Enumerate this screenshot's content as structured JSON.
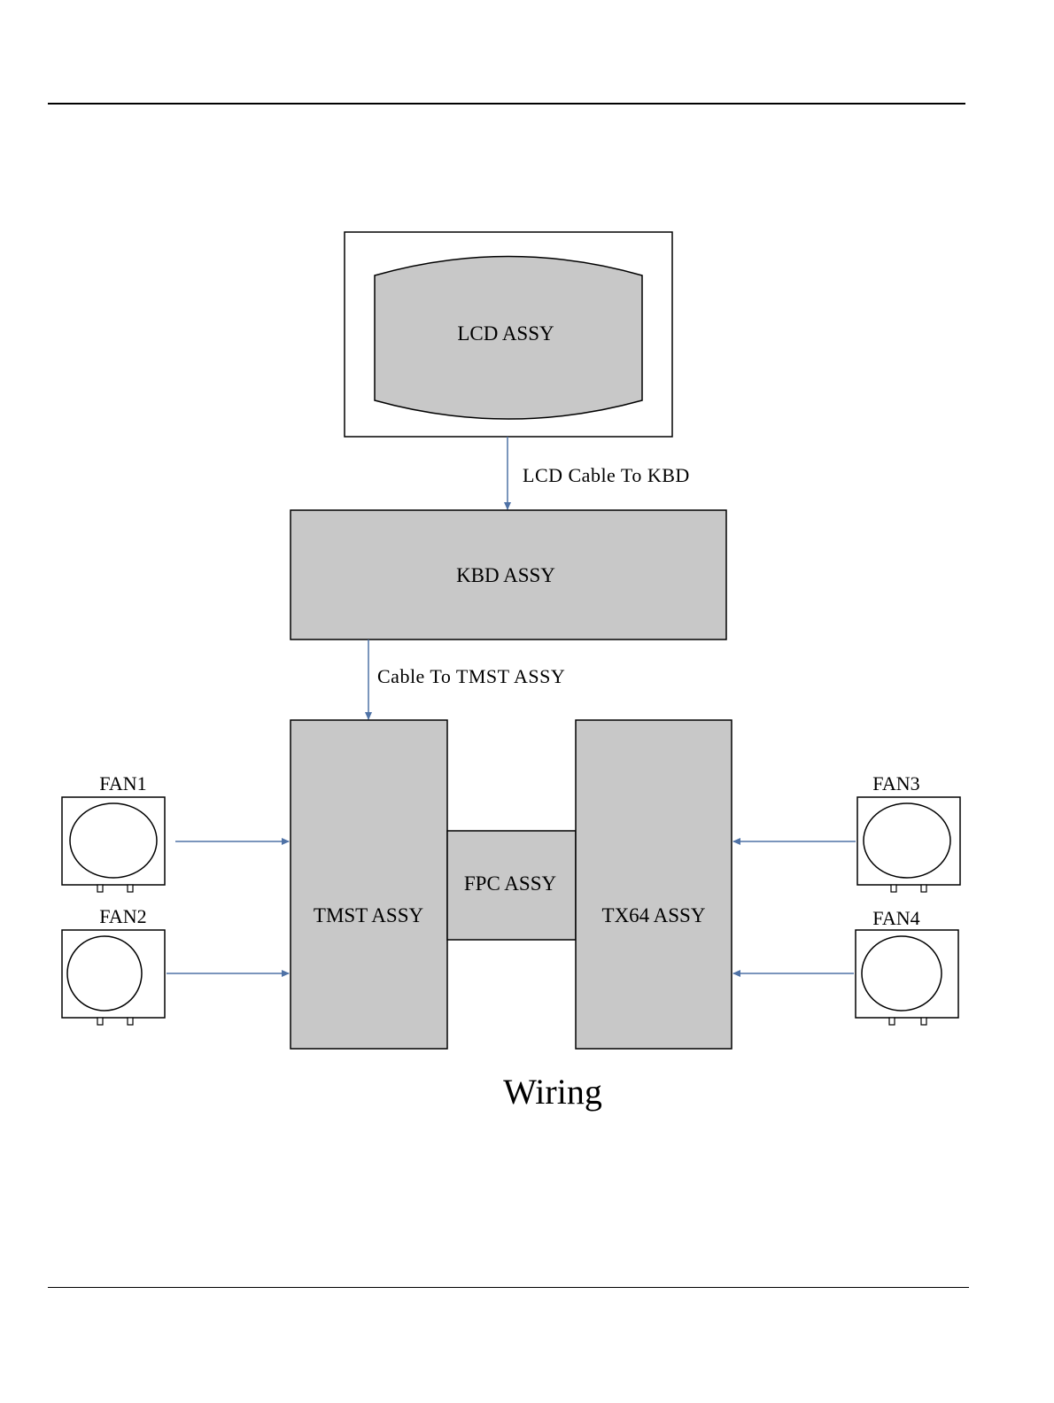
{
  "colors": {
    "component_fill": "#c8c8c8",
    "outline": "#000000",
    "connector": "#4f72a6",
    "fan_fill": "#ffffff"
  },
  "components": {
    "lcd": "LCD ASSY",
    "kbd": "KBD ASSY",
    "tmst": "TMST ASSY",
    "fpc": "FPC ASSY",
    "tx64": "TX64 ASSY"
  },
  "connections": {
    "lcd_to_kbd": "LCD Cable To KBD",
    "kbd_to_tmst": "Cable To TMST ASSY"
  },
  "fans": [
    {
      "label": "FAN1"
    },
    {
      "label": "FAN2"
    },
    {
      "label": "FAN3"
    },
    {
      "label": "FAN4"
    }
  ],
  "caption": "Wiring"
}
